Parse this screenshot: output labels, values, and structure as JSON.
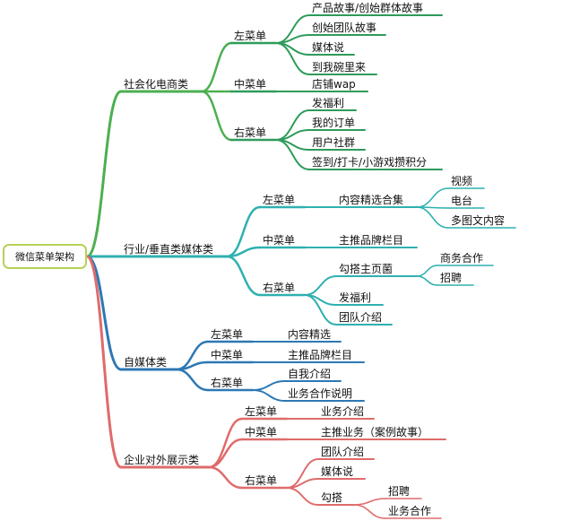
{
  "root": {
    "label": "微信菜单架构"
  },
  "colors": {
    "root_border": "#b7d157",
    "branch_social": "#4caf50",
    "branch_social_deep": "#2e9b5a",
    "branch_industry": "#2fb0b0",
    "branch_self_media": "#2d78b4",
    "branch_enterprise": "#df6b6b"
  },
  "branches": [
    {
      "label": "社会化电商类",
      "menus": [
        {
          "label": "左菜单",
          "items": [
            {
              "label": "产品故事/创始群体故事"
            },
            {
              "label": "创始团队故事"
            },
            {
              "label": "媒体说"
            },
            {
              "label": "到我碗里来"
            }
          ]
        },
        {
          "label": "中菜单",
          "items": [
            {
              "label": "店铺wap"
            }
          ]
        },
        {
          "label": "右菜单",
          "items": [
            {
              "label": "发福利"
            },
            {
              "label": "我的订单"
            },
            {
              "label": "用户社群"
            },
            {
              "label": "签到/打卡/小游戏攒积分"
            }
          ]
        }
      ]
    },
    {
      "label": "行业/垂直类媒体类",
      "menus": [
        {
          "label": "左菜单",
          "items": [
            {
              "label": "内容精选合集",
              "children": [
                {
                  "label": "视频"
                },
                {
                  "label": "电台"
                },
                {
                  "label": "多图文内容"
                }
              ]
            }
          ]
        },
        {
          "label": "中菜单",
          "items": [
            {
              "label": "主推品牌栏目"
            }
          ]
        },
        {
          "label": "右菜单",
          "items": [
            {
              "label": "勾搭主页菌",
              "children": [
                {
                  "label": "商务合作"
                },
                {
                  "label": "招聘"
                }
              ]
            },
            {
              "label": "发福利"
            },
            {
              "label": "团队介绍"
            }
          ]
        }
      ]
    },
    {
      "label": "自媒体类",
      "menus": [
        {
          "label": "左菜单",
          "items": [
            {
              "label": "内容精选"
            }
          ]
        },
        {
          "label": "中菜单",
          "items": [
            {
              "label": "主推品牌栏目"
            }
          ]
        },
        {
          "label": "右菜单",
          "items": [
            {
              "label": "自我介绍"
            },
            {
              "label": "业务合作说明"
            }
          ]
        }
      ]
    },
    {
      "label": "企业对外展示类",
      "menus": [
        {
          "label": "左菜单",
          "items": [
            {
              "label": "业务介绍"
            }
          ]
        },
        {
          "label": "中菜单",
          "items": [
            {
              "label": "主推业务（案例故事）"
            }
          ]
        },
        {
          "label": "右菜单",
          "items": [
            {
              "label": "团队介绍"
            },
            {
              "label": "媒体说"
            },
            {
              "label": "勾搭",
              "children": [
                {
                  "label": "招聘"
                },
                {
                  "label": "业务合作"
                }
              ]
            }
          ]
        }
      ]
    }
  ]
}
